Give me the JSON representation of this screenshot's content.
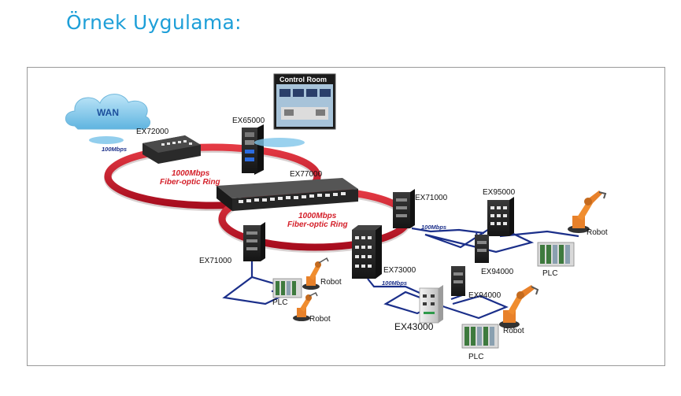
{
  "title": "Örnek Uygulama:",
  "labels": {
    "wan": "WAN",
    "control_room": "Control Room",
    "ex72000": "EX72000",
    "ex65000": "EX65000",
    "ex77000": "EX77000",
    "ex71000_right": "EX71000",
    "ex71000_left": "EX71000",
    "ex95000": "EX95000",
    "ex94000_right": "EX94000",
    "ex73000": "EX73000",
    "ex94000_center": "EX94000",
    "ex43000": "EX43000",
    "ring_top_speed": "1000Mbps",
    "ring_top_type": "Fiber-optic Ring",
    "ring_bottom_speed": "1000Mbps",
    "ring_bottom_type": "Fiber-optic Ring",
    "speed_wan": "100Mbps",
    "speed_right": "100Mbps",
    "speed_center": "100Mbps",
    "robot_right": "Robot",
    "plc_right": "PLC",
    "robot_left_top": "Robot",
    "plc_left": "PLC",
    "robot_left_bottom": "Robot",
    "robot_center": "Robot",
    "plc_center": "PLC"
  },
  "colors": {
    "title": "#1e9fd8",
    "ring": "#c8102e",
    "link": "#1b2f8a",
    "cloud": "#7fc6ea",
    "robot": "#e8812a"
  }
}
